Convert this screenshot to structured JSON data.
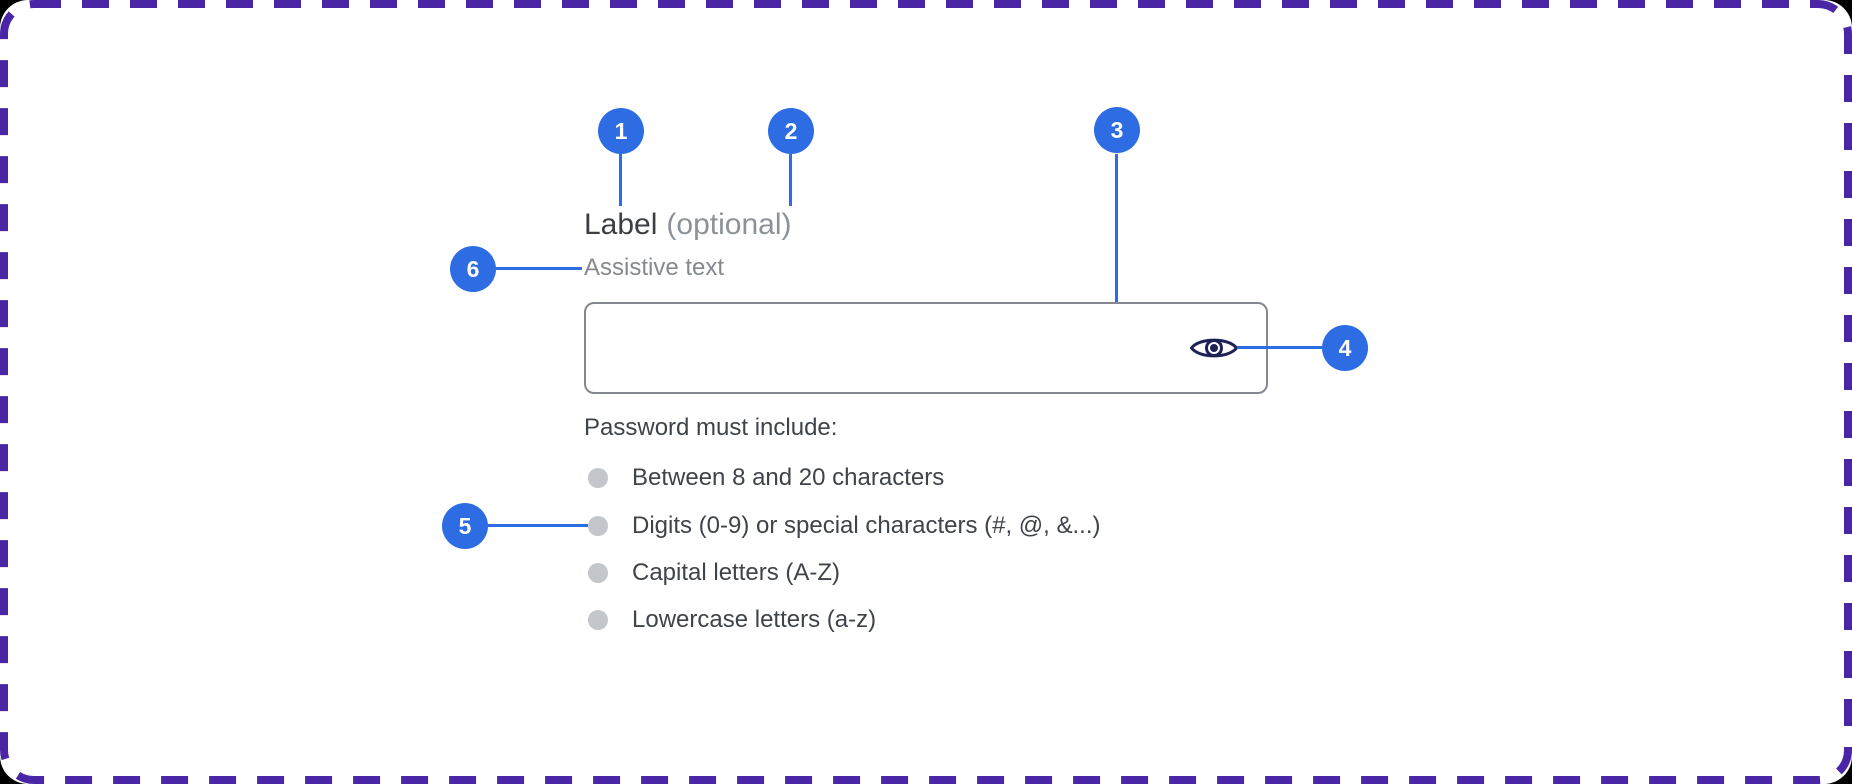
{
  "colors": {
    "accent_blue": "#2d6ce2",
    "frame_purple": "#4a26a7",
    "input_border_gray": "#85898f",
    "bullet_gray": "#c3c6ca",
    "eye_icon_navy": "#1e2156",
    "label_dark": "#3b3e44",
    "muted_text": "#85898e",
    "body_text": "#3f434a"
  },
  "component": {
    "label": "Label",
    "optional_suffix": "(optional)",
    "assistive_text": "Assistive text",
    "input": {
      "value": "",
      "placeholder": ""
    },
    "requirements_title": "Password must include:",
    "requirements": [
      "Between 8 and 20 characters",
      "Digits (0-9) or special characters (#, @, &...)",
      "Capital letters (A-Z)",
      "Lowercase letters (a-z)"
    ]
  },
  "annotations": {
    "markers": [
      "1",
      "2",
      "3",
      "4",
      "5",
      "6"
    ]
  }
}
